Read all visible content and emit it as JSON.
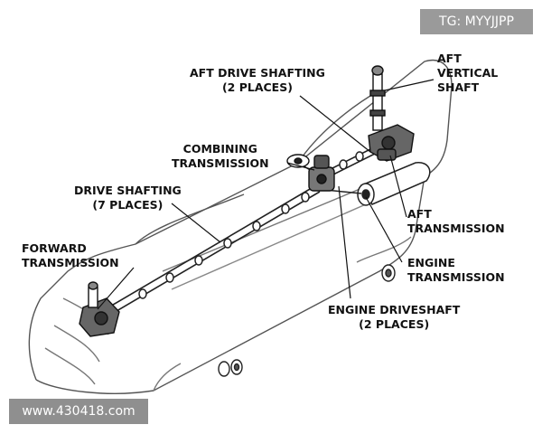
{
  "watermarks": {
    "top_right": "TG: MYYJJPP",
    "bottom_left": "www.430418.com"
  },
  "labels": {
    "aft_drive_shafting": [
      "AFT DRIVE SHAFTING",
      "(2 PLACES)"
    ],
    "aft_vertical_shaft": [
      "AFT",
      "VERTICAL",
      "SHAFT"
    ],
    "combining_transmission": [
      "COMBINING",
      "TRANSMISSION"
    ],
    "drive_shafting": [
      "DRIVE SHAFTING",
      "(7 PLACES)"
    ],
    "forward_transmission": [
      "FORWARD",
      "TRANSMISSION"
    ],
    "aft_transmission": [
      "AFT",
      "TRANSMISSION"
    ],
    "engine_transmission": [
      "ENGINE",
      "TRANSMISSION"
    ],
    "engine_driveshaft": [
      "ENGINE DRIVESHAFT",
      "(2 PLACES)"
    ]
  },
  "colors": {
    "ink": "#111111",
    "line": "#2a2a2a",
    "fuselage": "#555555",
    "background": "#ffffff"
  }
}
